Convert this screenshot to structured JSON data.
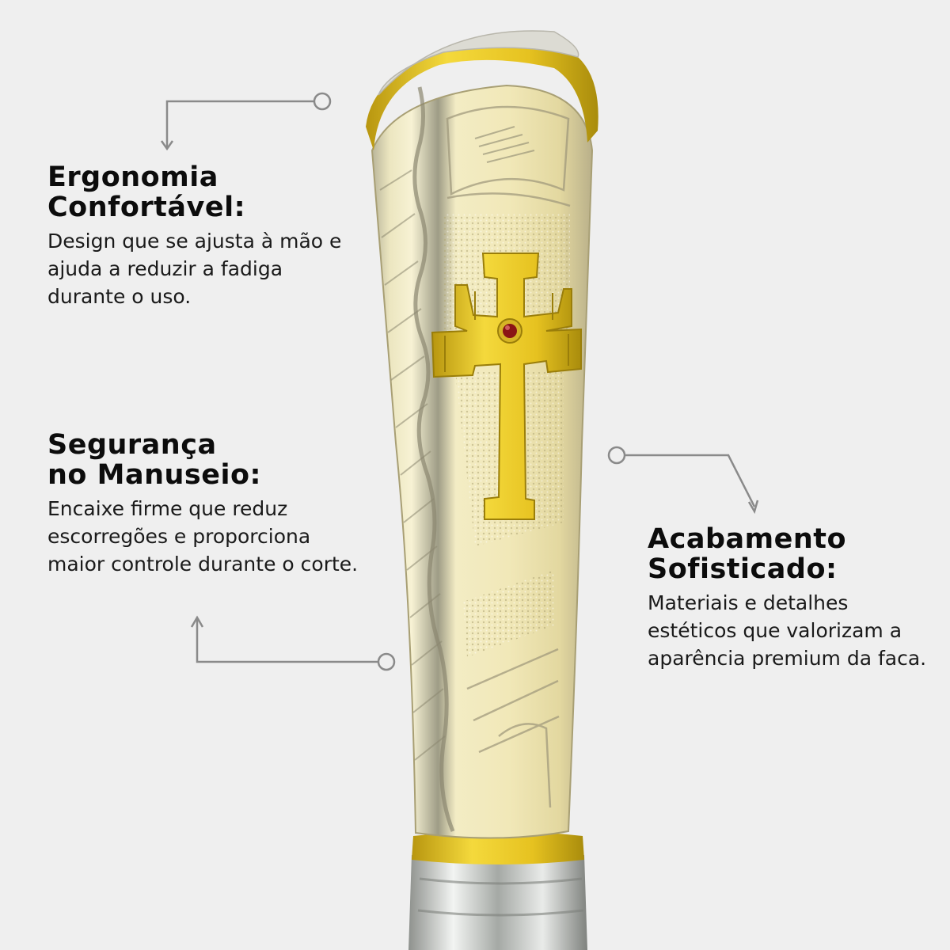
{
  "features": [
    {
      "title_line1": "Ergonomia",
      "title_line2": "Confortável:",
      "description": "Design que se ajusta à mão e ajuda a reduzir a fadiga durante o uso."
    },
    {
      "title_line1": "Segurança",
      "title_line2": "no Manuseio:",
      "description": "Encaixe firme que reduz escorregões e proporciona maior controle durante o corte."
    },
    {
      "title_line1": "Acabamento",
      "title_line2": "Sofisticado:",
      "description": "Materiais e detalhes estéticos que valorizam a aparência premium da faca."
    }
  ],
  "colors": {
    "background": "#efefef",
    "gold": "#e1c328",
    "gold_light": "#f3eab8",
    "silver": "#c9ccc7",
    "gem": "#8a1515",
    "connector": "#8a8a8a"
  },
  "icons": [
    "knife-handle-image",
    "cross-emblem-icon",
    "red-gem-icon"
  ]
}
